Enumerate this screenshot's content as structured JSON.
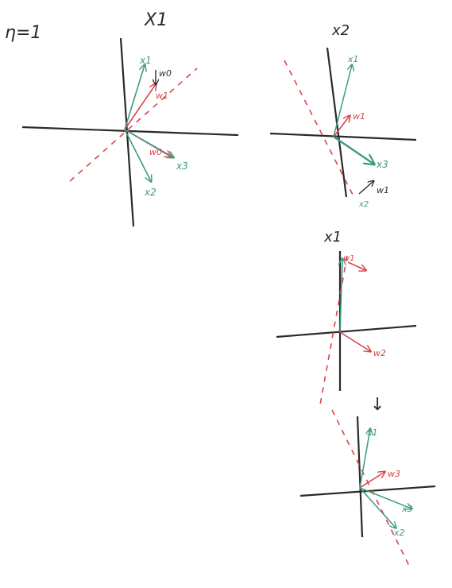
{
  "whiteboard": {
    "eta_label": "η=1",
    "panel1": {
      "title": "X1",
      "labels": {
        "x1": "x1",
        "w0_top": "w0",
        "w1": "w1",
        "w0_bottom": "w0",
        "x3": "x3",
        "x2": "x2"
      }
    },
    "panel2": {
      "title": "x2",
      "labels": {
        "x1": "x1",
        "w1_top": "w1",
        "x3": "x3",
        "w1_bottom": "w1",
        "x2": "x2"
      }
    },
    "panel3": {
      "title": "x1",
      "labels": {
        "w1": "w1",
        "w2": "w2"
      }
    },
    "panel4": {
      "labels": {
        "x1": "x1",
        "w3": "w3",
        "x3": "x3",
        "x2": "x2"
      }
    },
    "arrow_down": "↓"
  }
}
